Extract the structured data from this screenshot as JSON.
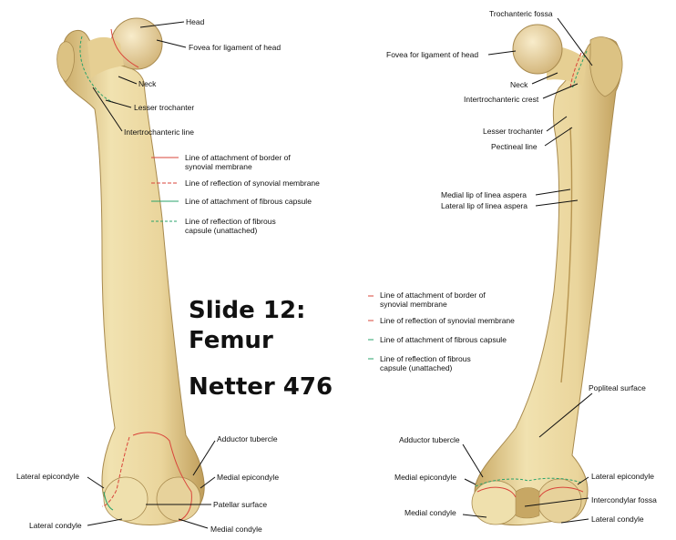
{
  "anterior_labels": {
    "head": "Head",
    "fovea": "Fovea for ligament of head",
    "neck": "Neck",
    "lesser_trochanter": "Lesser trochanter",
    "intertrochanteric_line": "Intertrochanteric line",
    "adductor_tubercle": "Adductor tubercle",
    "lateral_epicondyle": "Lateral epicondyle",
    "medial_epicondyle": "Medial epicondyle",
    "patellar_surface": "Patellar surface",
    "lateral_condyle": "Lateral condyle",
    "medial_condyle": "Medial condyle"
  },
  "posterior_labels": {
    "trochanteric_fossa": "Trochanteric fossa",
    "fovea": "Fovea for ligament of head",
    "neck": "Neck",
    "intertrochanteric_crest": "Intertrochanteric crest",
    "lesser_trochanter": "Lesser trochanter",
    "pectineal_line": "Pectineal line",
    "medial_lip": "Medial lip of linea aspera",
    "lateral_lip": "Lateral lip of linea aspera",
    "popliteal_surface": "Popliteal surface",
    "adductor_tubercle": "Adductor tubercle",
    "medial_epicondyle": "Medial epicondyle",
    "lateral_epicondyle": "Lateral epicondyle",
    "intercondylar_fossa": "Intercondylar fossa",
    "medial_condyle": "Medial condyle",
    "lateral_condyle": "Lateral condyle"
  },
  "legend_left": {
    "item1_line1": "Line of attachment of border of",
    "item1_line2": "synovial membrane",
    "item2": "Line of reflection of synovial membrane",
    "item3": "Line of attachment of fibrous capsule",
    "item4_line1": "Line of reflection of fibrous",
    "item4_line2": "capsule (unattached)"
  },
  "legend_right": {
    "item1_line1": "Line of attachment of border of",
    "item1_line2": "synovial membrane",
    "item2": "Line of reflection of synovial membrane",
    "item3": "Line of attachment of fibrous capsule",
    "item4_line1": "Line of reflection of fibrous",
    "item4_line2": "capsule (unattached)"
  },
  "slide_text": {
    "line1": "Slide 12:",
    "line2": "Femur",
    "line3": "Netter 476"
  },
  "colors": {
    "bone_fill": "#ecd9a0",
    "bone_shadow": "#c9a965",
    "synovial_line": "#d9443a",
    "fibrous_line": "#2aa36b"
  }
}
